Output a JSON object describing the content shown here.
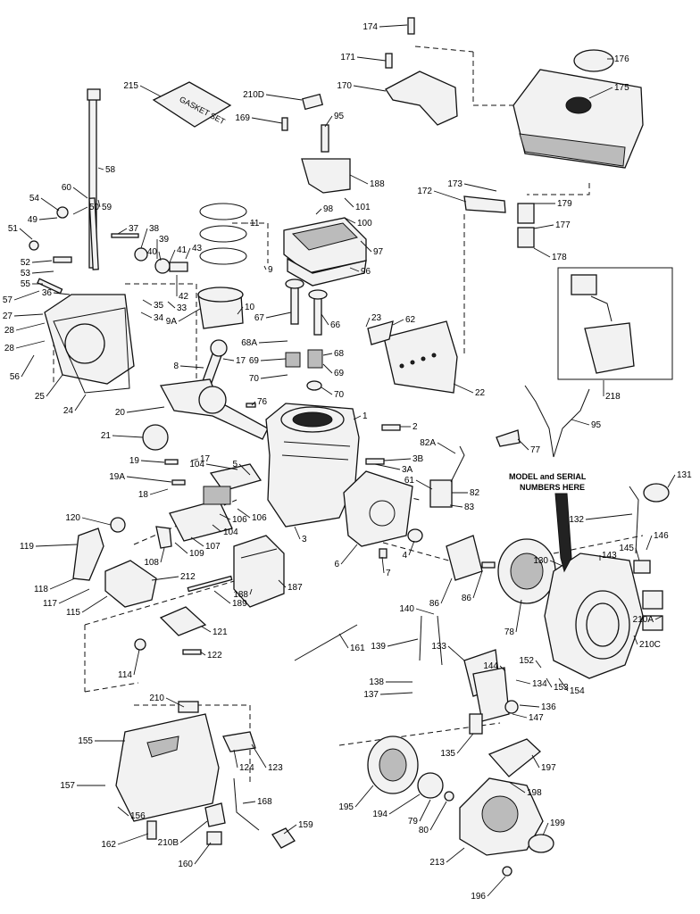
{
  "diagram": {
    "box_label": "GASKET SET",
    "note_lines": [
      "MODEL and SERIAL",
      "NUMBERS HERE"
    ],
    "callouts": [
      {
        "id": "174",
        "text": "174"
      },
      {
        "id": "171",
        "text": "171"
      },
      {
        "id": "170",
        "text": "170"
      },
      {
        "id": "176",
        "text": "176"
      },
      {
        "id": "175",
        "text": "175"
      },
      {
        "id": "215",
        "text": "215"
      },
      {
        "id": "210D",
        "text": "210D"
      },
      {
        "id": "169",
        "text": "169"
      },
      {
        "id": "95a",
        "text": "95"
      },
      {
        "id": "188",
        "text": "188"
      },
      {
        "id": "58",
        "text": "58"
      },
      {
        "id": "59",
        "text": "59"
      },
      {
        "id": "54",
        "text": "54"
      },
      {
        "id": "60",
        "text": "60"
      },
      {
        "id": "50",
        "text": "50"
      },
      {
        "id": "49",
        "text": "49"
      },
      {
        "id": "51",
        "text": "51"
      },
      {
        "id": "52",
        "text": "52"
      },
      {
        "id": "53",
        "text": "53"
      },
      {
        "id": "55",
        "text": "55"
      },
      {
        "id": "57",
        "text": "57"
      },
      {
        "id": "27",
        "text": "27"
      },
      {
        "id": "28a",
        "text": "28"
      },
      {
        "id": "28b",
        "text": "28"
      },
      {
        "id": "36",
        "text": "36"
      },
      {
        "id": "37",
        "text": "37"
      },
      {
        "id": "38",
        "text": "38"
      },
      {
        "id": "39",
        "text": "39"
      },
      {
        "id": "40",
        "text": "40"
      },
      {
        "id": "41",
        "text": "41"
      },
      {
        "id": "43",
        "text": "43"
      },
      {
        "id": "11",
        "text": "11"
      },
      {
        "id": "9",
        "text": "9"
      },
      {
        "id": "42",
        "text": "42"
      },
      {
        "id": "33",
        "text": "33"
      },
      {
        "id": "35",
        "text": "35"
      },
      {
        "id": "34",
        "text": "34"
      },
      {
        "id": "9A",
        "text": "9A"
      },
      {
        "id": "10",
        "text": "10"
      },
      {
        "id": "101",
        "text": "101"
      },
      {
        "id": "98",
        "text": "98"
      },
      {
        "id": "100",
        "text": "100"
      },
      {
        "id": "97",
        "text": "97"
      },
      {
        "id": "96",
        "text": "96"
      },
      {
        "id": "172",
        "text": "172"
      },
      {
        "id": "173",
        "text": "173"
      },
      {
        "id": "179",
        "text": "179"
      },
      {
        "id": "177",
        "text": "177"
      },
      {
        "id": "178",
        "text": "178"
      },
      {
        "id": "67",
        "text": "67"
      },
      {
        "id": "66",
        "text": "66"
      },
      {
        "id": "68A",
        "text": "68A"
      },
      {
        "id": "68",
        "text": "68"
      },
      {
        "id": "69a",
        "text": "69"
      },
      {
        "id": "69b",
        "text": "69"
      },
      {
        "id": "70a",
        "text": "70"
      },
      {
        "id": "70b",
        "text": "70"
      },
      {
        "id": "23",
        "text": "23"
      },
      {
        "id": "62",
        "text": "62"
      },
      {
        "id": "22",
        "text": "22"
      },
      {
        "id": "56",
        "text": "56"
      },
      {
        "id": "25",
        "text": "25"
      },
      {
        "id": "24",
        "text": "24"
      },
      {
        "id": "8",
        "text": "8"
      },
      {
        "id": "17a",
        "text": "17"
      },
      {
        "id": "76",
        "text": "76"
      },
      {
        "id": "20",
        "text": "20"
      },
      {
        "id": "21",
        "text": "21"
      },
      {
        "id": "1",
        "text": "1"
      },
      {
        "id": "2",
        "text": "2"
      },
      {
        "id": "3B",
        "text": "3B"
      },
      {
        "id": "3A",
        "text": "3A"
      },
      {
        "id": "17b",
        "text": "17"
      },
      {
        "id": "19",
        "text": "19"
      },
      {
        "id": "19A",
        "text": "19A"
      },
      {
        "id": "18",
        "text": "18"
      },
      {
        "id": "104a",
        "text": "104"
      },
      {
        "id": "5",
        "text": "5"
      },
      {
        "id": "106a",
        "text": "106"
      },
      {
        "id": "106b",
        "text": "106"
      },
      {
        "id": "104b",
        "text": "104"
      },
      {
        "id": "107",
        "text": "107"
      },
      {
        "id": "108",
        "text": "108"
      },
      {
        "id": "109",
        "text": "109"
      },
      {
        "id": "120",
        "text": "120"
      },
      {
        "id": "3",
        "text": "3"
      },
      {
        "id": "6",
        "text": "6"
      },
      {
        "id": "7",
        "text": "7"
      },
      {
        "id": "4",
        "text": "4"
      },
      {
        "id": "82A",
        "text": "82A"
      },
      {
        "id": "61",
        "text": "61"
      },
      {
        "id": "82",
        "text": "82"
      },
      {
        "id": "83",
        "text": "83"
      },
      {
        "id": "77",
        "text": "77"
      },
      {
        "id": "95b",
        "text": "95"
      },
      {
        "id": "218",
        "text": "218"
      },
      {
        "id": "131",
        "text": "131"
      },
      {
        "id": "132",
        "text": "132"
      },
      {
        "id": "143",
        "text": "143"
      },
      {
        "id": "145",
        "text": "145"
      },
      {
        "id": "146",
        "text": "146"
      },
      {
        "id": "130",
        "text": "130"
      },
      {
        "id": "210A",
        "text": "210A"
      },
      {
        "id": "210C",
        "text": "210C"
      },
      {
        "id": "119",
        "text": "119"
      },
      {
        "id": "118",
        "text": "118"
      },
      {
        "id": "117",
        "text": "117"
      },
      {
        "id": "115",
        "text": "115"
      },
      {
        "id": "212",
        "text": "212"
      },
      {
        "id": "187",
        "text": "187"
      },
      {
        "id": "189",
        "text": "189"
      },
      {
        "id": "188b",
        "text": "188"
      },
      {
        "id": "86a",
        "text": "86"
      },
      {
        "id": "86b",
        "text": "86"
      },
      {
        "id": "78",
        "text": "78"
      },
      {
        "id": "121",
        "text": "121"
      },
      {
        "id": "122",
        "text": "122"
      },
      {
        "id": "114",
        "text": "114"
      },
      {
        "id": "161",
        "text": "161"
      },
      {
        "id": "140",
        "text": "140"
      },
      {
        "id": "139",
        "text": "139"
      },
      {
        "id": "133",
        "text": "133"
      },
      {
        "id": "152",
        "text": "152"
      },
      {
        "id": "144",
        "text": "144"
      },
      {
        "id": "153",
        "text": "153"
      },
      {
        "id": "154",
        "text": "154"
      },
      {
        "id": "134",
        "text": "134"
      },
      {
        "id": "138",
        "text": "138"
      },
      {
        "id": "137",
        "text": "137"
      },
      {
        "id": "136",
        "text": "136"
      },
      {
        "id": "147",
        "text": "147"
      },
      {
        "id": "135",
        "text": "135"
      },
      {
        "id": "210",
        "text": "210"
      },
      {
        "id": "155",
        "text": "155"
      },
      {
        "id": "124",
        "text": "124"
      },
      {
        "id": "123",
        "text": "123"
      },
      {
        "id": "157",
        "text": "157"
      },
      {
        "id": "156",
        "text": "156"
      },
      {
        "id": "168",
        "text": "168"
      },
      {
        "id": "162",
        "text": "162"
      },
      {
        "id": "210B",
        "text": "210B"
      },
      {
        "id": "160",
        "text": "160"
      },
      {
        "id": "159",
        "text": "159"
      },
      {
        "id": "197",
        "text": "197"
      },
      {
        "id": "198",
        "text": "198"
      },
      {
        "id": "195",
        "text": "195"
      },
      {
        "id": "194",
        "text": "194"
      },
      {
        "id": "79",
        "text": "79"
      },
      {
        "id": "80",
        "text": "80"
      },
      {
        "id": "199",
        "text": "199"
      },
      {
        "id": "213",
        "text": "213"
      },
      {
        "id": "196",
        "text": "196"
      }
    ]
  }
}
